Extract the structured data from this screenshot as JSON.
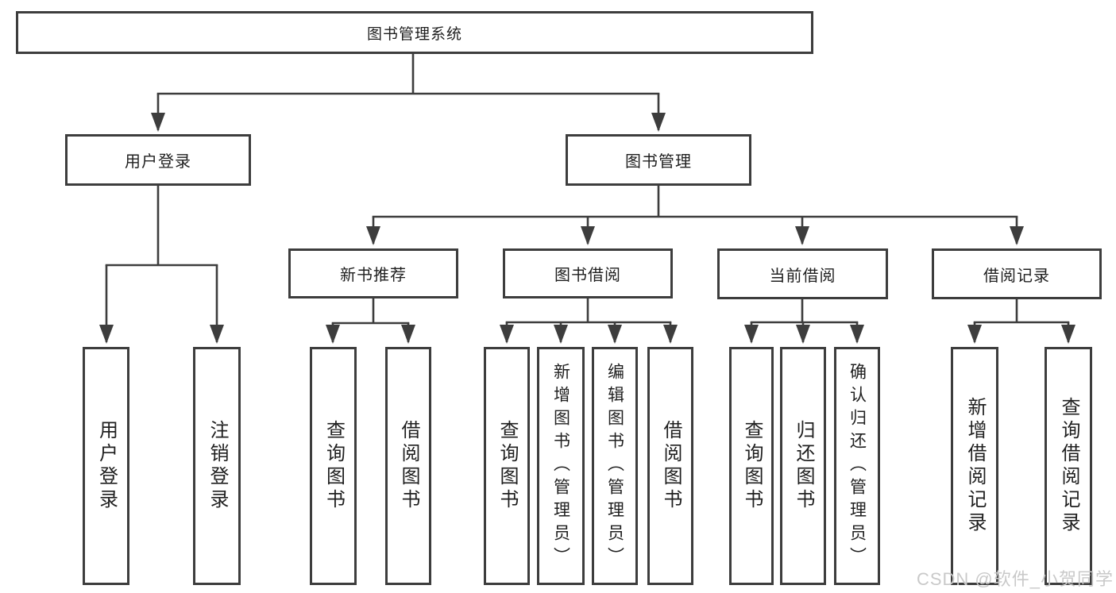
{
  "nodes": {
    "root": "图书管理系统",
    "user_login": "用户登录",
    "book_mgmt": "图书管理",
    "new_book_rec": "新书推荐",
    "book_borrow": "图书借阅",
    "current_borrow": "当前借阅",
    "borrow_records": "借阅记录",
    "leaf_user_login": "用户登录",
    "leaf_logout": "注销登录",
    "leaf_rec_query_books": "查询图书",
    "leaf_rec_borrow_books": "借阅图书",
    "leaf_bb_query_books": "查询图书",
    "leaf_bb_add_books": "新增图书（管理员）",
    "leaf_bb_edit_books": "编辑图书（管理员）",
    "leaf_bb_borrow_books": "借阅图书",
    "leaf_cb_query_books": "查询图书",
    "leaf_cb_return_books": "归还图书",
    "leaf_cb_confirm_return": "确认归还（管理员）",
    "leaf_br_add_record": "新增借阅记录",
    "leaf_br_query_record": "查询借阅记录"
  },
  "watermark": "CSDN @软件_小贺同学",
  "colors": {
    "line": "#3d3d3d",
    "text": "#1f1f1f",
    "watermark": "#c9c9c9",
    "background": "#ffffff"
  }
}
